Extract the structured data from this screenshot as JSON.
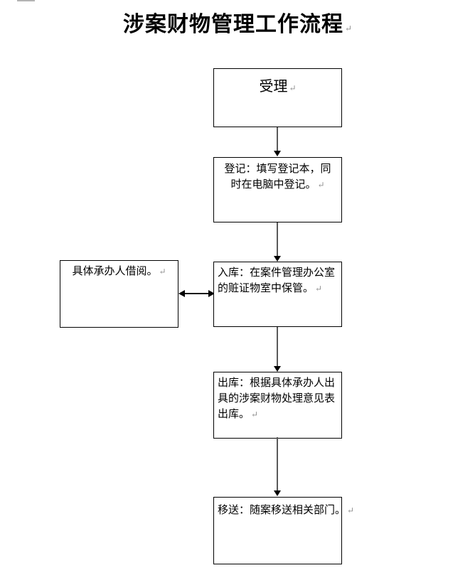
{
  "document": {
    "title": "涉案财物管理工作流程",
    "paragraph_mark": "↵"
  },
  "flowchart": {
    "nodes": [
      {
        "id": "accept",
        "lines": [
          "受理"
        ]
      },
      {
        "id": "register",
        "lines": [
          "登记：填写登记本，同",
          "时在电脑中登记。"
        ]
      },
      {
        "id": "borrow",
        "lines": [
          "具体承办人借阅。"
        ]
      },
      {
        "id": "store_in",
        "lines": [
          "入库：在案件管理办公室",
          "的赃证物室中保管。"
        ]
      },
      {
        "id": "store_out",
        "lines": [
          "出库：根据具体承办人出",
          "具的涉案财物处理意见表",
          "出库。"
        ]
      },
      {
        "id": "transfer",
        "lines": [
          "移送：随案移送相关部门。"
        ]
      }
    ],
    "connectors": [
      {
        "from": "accept",
        "to": "register",
        "style": "single-arrow-down"
      },
      {
        "from": "register",
        "to": "store_in",
        "style": "single-arrow-down"
      },
      {
        "from": "store_in",
        "to": "store_out",
        "style": "single-arrow-down"
      },
      {
        "from": "store_out",
        "to": "transfer",
        "style": "single-arrow-down"
      },
      {
        "from": "borrow",
        "to": "store_in",
        "style": "double-arrow-horizontal"
      }
    ],
    "colors": {
      "box_border": "#000000",
      "connector_stem": "#595959",
      "arrow_head": "#000000",
      "paragraph_mark": "#8f8f8f",
      "text": "#000000",
      "background": "#ffffff"
    }
  }
}
